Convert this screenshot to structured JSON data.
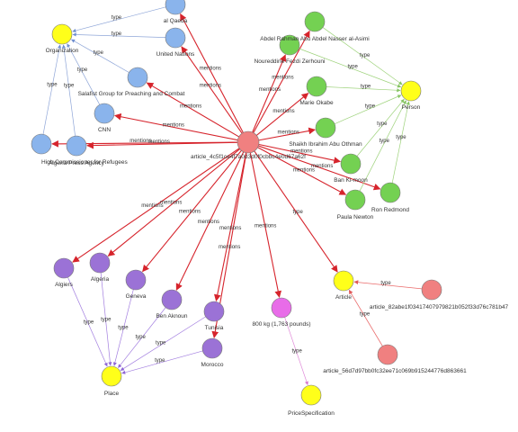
{
  "colors": {
    "article": "#f08080",
    "organization": "#8ab4ec",
    "person": "#74d152",
    "place": "#9b72d6",
    "quantity": "#e86ce8",
    "type": "#ffff1a",
    "mentions_edge": "#d6242c",
    "org_type_edge": "#8fa6d8",
    "person_type_edge": "#9dd27a",
    "place_type_edge": "#a37fe0",
    "misc_type_edge": "#e08ad8",
    "article_type_edge": "#ea6b6b",
    "stroke": "#777777"
  },
  "edge_labels": {
    "mentions": "mentions",
    "type": "type"
  },
  "nodes": [
    {
      "id": "hub",
      "label": "article_4c5f1ce4f7a0d3d0f0cbbc4e0d67a62f",
      "group": "article"
    },
    {
      "id": "org_type",
      "label": "Organization",
      "group": "type"
    },
    {
      "id": "person_type",
      "label": "Person",
      "group": "type"
    },
    {
      "id": "place_type",
      "label": "Place",
      "group": "type"
    },
    {
      "id": "article_type",
      "label": "Article",
      "group": "type"
    },
    {
      "id": "price_type",
      "label": "PriceSpecification",
      "group": "type"
    },
    {
      "id": "algeria_agency",
      "label": "Algeria Press Agency",
      "group": "organization"
    },
    {
      "id": "high_comm",
      "label": "High Commissioner for Refugees",
      "group": "organization"
    },
    {
      "id": "al_qaeda",
      "label": "al Qaeda",
      "group": "organization"
    },
    {
      "id": "un",
      "label": "United Nations",
      "group": "organization"
    },
    {
      "id": "salafist",
      "label": "Salafist Group for Preaching and Combat",
      "group": "organization"
    },
    {
      "id": "cnn",
      "label": "CNN",
      "group": "organization"
    },
    {
      "id": "abdel",
      "label": "Abdel Rahman Abu Abdel Nasser al-Asimi",
      "group": "person"
    },
    {
      "id": "noureddine",
      "label": "Noureddine Fezdi Zerhouni",
      "group": "person"
    },
    {
      "id": "marie",
      "label": "Marie Okabe",
      "group": "person"
    },
    {
      "id": "shaikh",
      "label": "Shaikh Ibrahim Abu Othman",
      "group": "person"
    },
    {
      "id": "ban",
      "label": "Ban Ki-moon",
      "group": "person"
    },
    {
      "id": "ron",
      "label": "Ron Redmond",
      "group": "person"
    },
    {
      "id": "paula",
      "label": "Paula Newton",
      "group": "person"
    },
    {
      "id": "algiers",
      "label": "Algiers",
      "group": "place"
    },
    {
      "id": "algeria",
      "label": "Algeria",
      "group": "place"
    },
    {
      "id": "geneva",
      "label": "Geneva",
      "group": "place"
    },
    {
      "id": "ben_aknoun",
      "label": "Ben Aknoun",
      "group": "place"
    },
    {
      "id": "tunisia",
      "label": "Tunisia",
      "group": "place"
    },
    {
      "id": "morocco",
      "label": "Morocco",
      "group": "place"
    },
    {
      "id": "weight",
      "label": "800 kg (1,763 pounds)",
      "group": "quantity"
    },
    {
      "id": "article2",
      "label": "article_82abe1f03417407979821b052f33d76c781b47",
      "group": "article"
    },
    {
      "id": "article3",
      "label": "article_56d7d97bb0fc32ee71c069b915244776d863661",
      "group": "article"
    }
  ],
  "edges": [
    {
      "from": "hub",
      "to": "al_qaeda",
      "label": "mentions"
    },
    {
      "from": "hub",
      "to": "un",
      "label": "mentions"
    },
    {
      "from": "hub",
      "to": "salafist",
      "label": "mentions"
    },
    {
      "from": "hub",
      "to": "cnn",
      "label": "mentions"
    },
    {
      "from": "hub",
      "to": "algeria_agency",
      "label": "mentions"
    },
    {
      "from": "hub",
      "to": "high_comm",
      "label": "mentions"
    },
    {
      "from": "hub",
      "to": "abdel",
      "label": "mentions"
    },
    {
      "from": "hub",
      "to": "noureddine",
      "label": "mentions"
    },
    {
      "from": "hub",
      "to": "marie",
      "label": "mentions"
    },
    {
      "from": "hub",
      "to": "shaikh",
      "label": "mentions"
    },
    {
      "from": "hub",
      "to": "ban",
      "label": "mentions"
    },
    {
      "from": "hub",
      "to": "ron",
      "label": "mentions"
    },
    {
      "from": "hub",
      "to": "paula",
      "label": "mentions"
    },
    {
      "from": "hub",
      "to": "algiers",
      "label": "mentions"
    },
    {
      "from": "hub",
      "to": "algeria",
      "label": "mentions"
    },
    {
      "from": "hub",
      "to": "geneva",
      "label": "mentions"
    },
    {
      "from": "hub",
      "to": "ben_aknoun",
      "label": "mentions"
    },
    {
      "from": "hub",
      "to": "tunisia",
      "label": "mentions"
    },
    {
      "from": "hub",
      "to": "morocco",
      "label": "mentions"
    },
    {
      "from": "hub",
      "to": "weight",
      "label": "mentions"
    },
    {
      "from": "hub",
      "to": "article_type",
      "label": "type"
    },
    {
      "from": "al_qaeda",
      "to": "org_type",
      "label": "type"
    },
    {
      "from": "un",
      "to": "org_type",
      "label": "type"
    },
    {
      "from": "salafist",
      "to": "org_type",
      "label": "type"
    },
    {
      "from": "cnn",
      "to": "org_type",
      "label": "type"
    },
    {
      "from": "algeria_agency",
      "to": "org_type",
      "label": "type"
    },
    {
      "from": "high_comm",
      "to": "org_type",
      "label": "type"
    },
    {
      "from": "abdel",
      "to": "person_type",
      "label": "type"
    },
    {
      "from": "noureddine",
      "to": "person_type",
      "label": "type"
    },
    {
      "from": "marie",
      "to": "person_type",
      "label": "type"
    },
    {
      "from": "shaikh",
      "to": "person_type",
      "label": "type"
    },
    {
      "from": "ban",
      "to": "person_type",
      "label": "type"
    },
    {
      "from": "ron",
      "to": "person_type",
      "label": "type"
    },
    {
      "from": "paula",
      "to": "person_type",
      "label": "type"
    },
    {
      "from": "algiers",
      "to": "place_type",
      "label": "type"
    },
    {
      "from": "algeria",
      "to": "place_type",
      "label": "type"
    },
    {
      "from": "geneva",
      "to": "place_type",
      "label": "type"
    },
    {
      "from": "ben_aknoun",
      "to": "place_type",
      "label": "type"
    },
    {
      "from": "tunisia",
      "to": "place_type",
      "label": "type"
    },
    {
      "from": "morocco",
      "to": "place_type",
      "label": "type"
    },
    {
      "from": "weight",
      "to": "price_type",
      "label": "type"
    },
    {
      "from": "article2",
      "to": "article_type",
      "label": "type"
    },
    {
      "from": "article3",
      "to": "article_type",
      "label": "type"
    }
  ]
}
